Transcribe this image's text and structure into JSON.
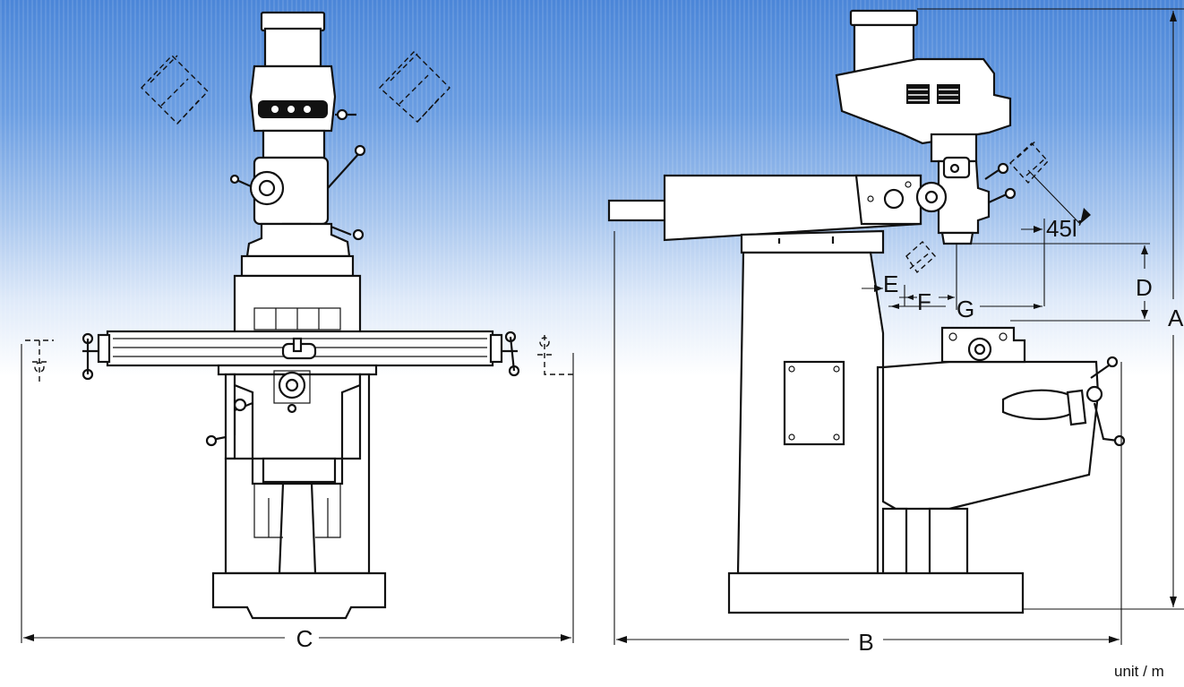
{
  "labels": {
    "a": "A",
    "b": "B",
    "c": "C",
    "d": "D",
    "e": "E",
    "f": "F",
    "g": "G",
    "angle": "45l’"
  },
  "unit_note": "unit / m",
  "colors": {
    "background_top": "#4b86d8",
    "background_bottom": "#ffffff",
    "line": "#111111"
  }
}
